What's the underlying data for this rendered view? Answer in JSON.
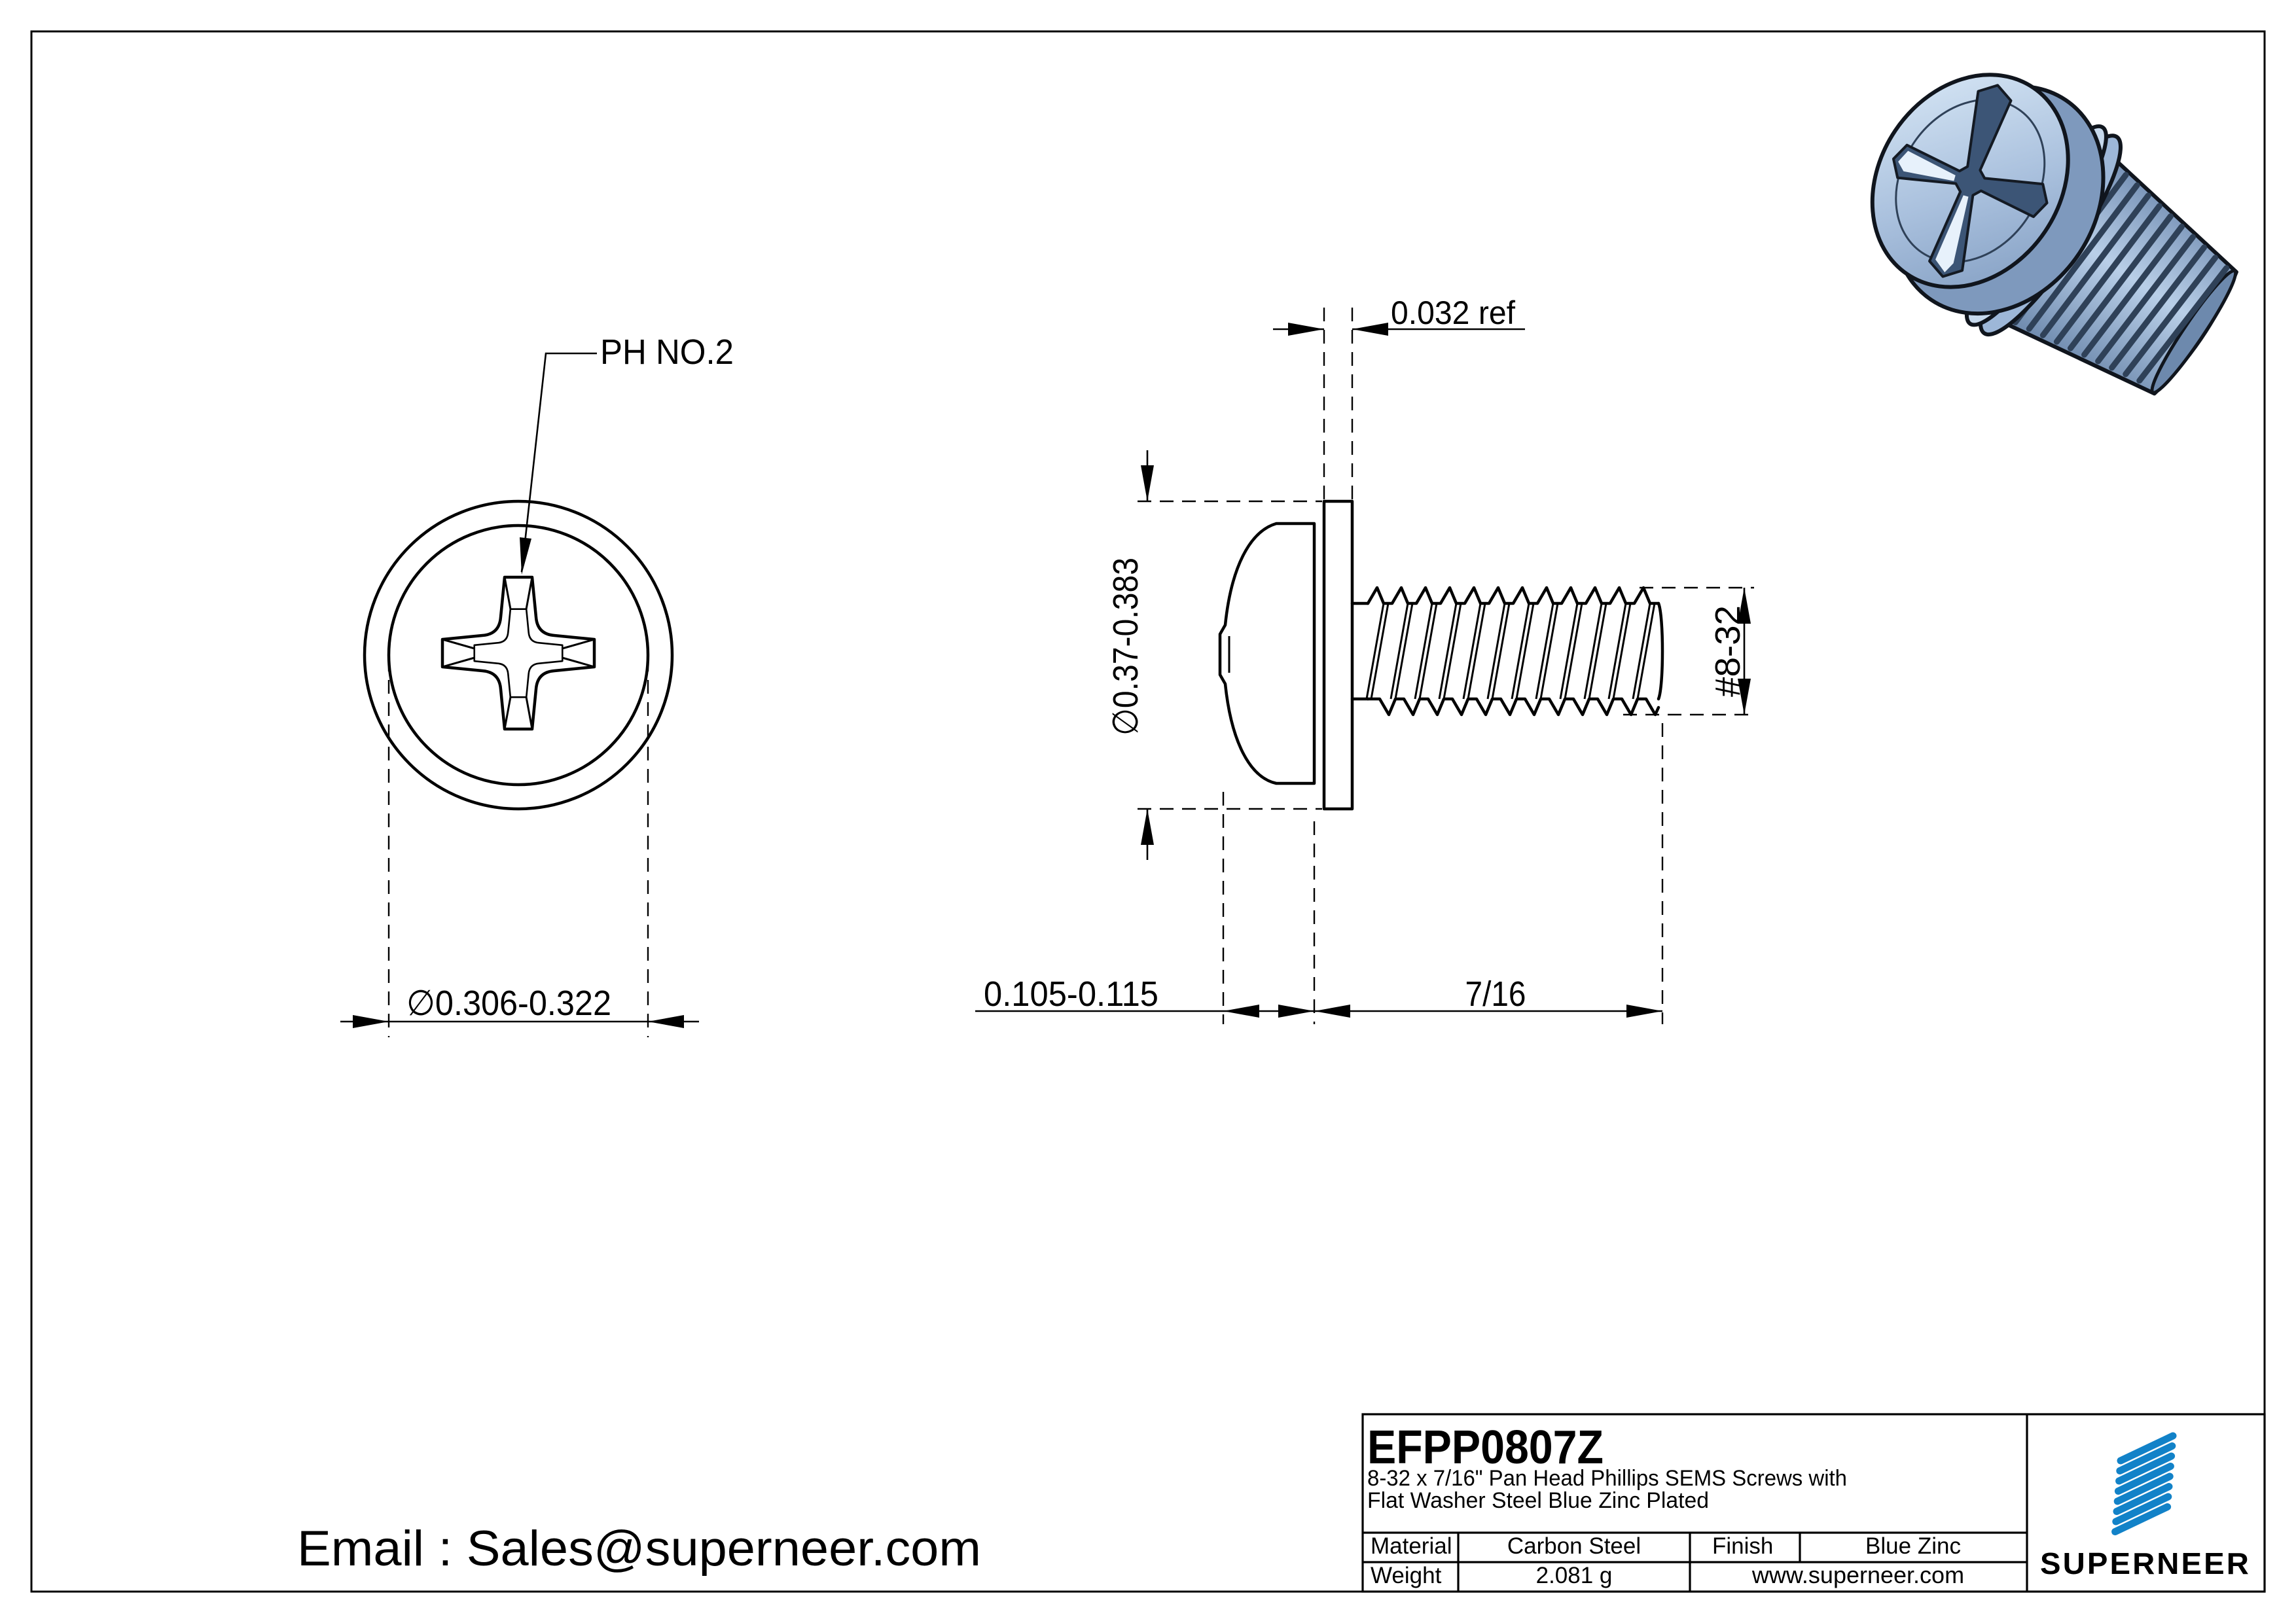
{
  "drawing": {
    "ph_label": "PH NO.2",
    "front_diameter": "∅0.306-0.322",
    "washer_thickness": "0.032 ref",
    "head_washer_diameter": "∅0.37-0.383",
    "thread_spec": "#8-32",
    "head_height": "0.105-0.115",
    "thread_length": "7/16"
  },
  "footer": {
    "email": "Email : Sales@superneer.com"
  },
  "title_block": {
    "part_number": "EFPP0807Z",
    "description_line1": "8-32 x 7/16\" Pan Head Phillips SEMS Screws with",
    "description_line2": "Flat Washer Steel Blue Zinc Plated",
    "material_label": "Material",
    "material_value": "Carbon Steel",
    "finish_label": "Finish",
    "finish_value": "Blue Zinc",
    "weight_label": "Weight",
    "weight_value": "2.081 g",
    "website": "www.superneer.com",
    "brand": "SUPERNEER"
  },
  "colors": {
    "brand_blue": "#1282c8",
    "link_blue": "#187fd2"
  }
}
